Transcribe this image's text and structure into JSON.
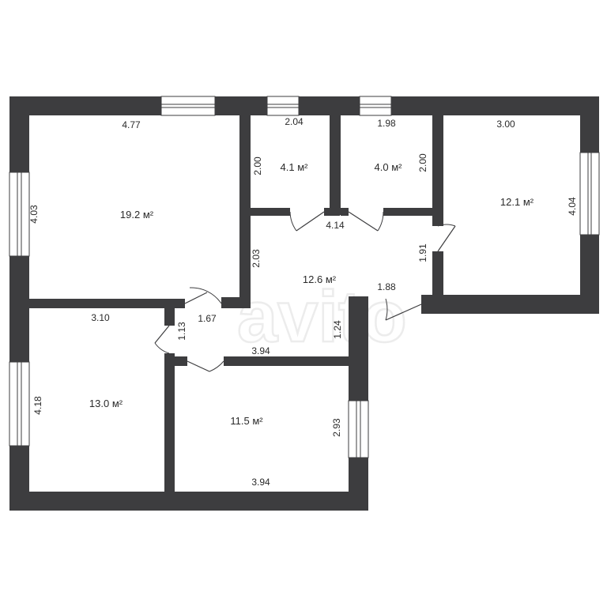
{
  "floor_plan": {
    "rooms": [
      {
        "id": "bedroom-large",
        "area": "19.2 м²",
        "dims": [
          "4.77",
          "4.03"
        ]
      },
      {
        "id": "storage-1",
        "area": "4.1 м²",
        "dims": [
          "2.04",
          "2.00"
        ]
      },
      {
        "id": "storage-2",
        "area": "4.0 м²",
        "dims": [
          "1.98",
          "2.00"
        ]
      },
      {
        "id": "bedroom-right",
        "area": "12.1 м²",
        "dims": [
          "3.00",
          "4.04"
        ]
      },
      {
        "id": "hall",
        "area": "12.6 м²",
        "dims": [
          "4.14",
          "2.03",
          "1.91",
          "1.88",
          "1.24",
          "1.67",
          "1.13",
          "3.94"
        ]
      },
      {
        "id": "bedroom-left-bottom",
        "area": "13.0 м²",
        "dims": [
          "3.10",
          "4.18"
        ]
      },
      {
        "id": "bedroom-middle-bottom",
        "area": "11.5 м²",
        "dims": [
          "3.94",
          "2.93"
        ]
      }
    ],
    "watermark": "avito",
    "colors": {
      "wall": "#3d3d3f",
      "background": "#ffffff",
      "watermark": "#ececec"
    }
  }
}
